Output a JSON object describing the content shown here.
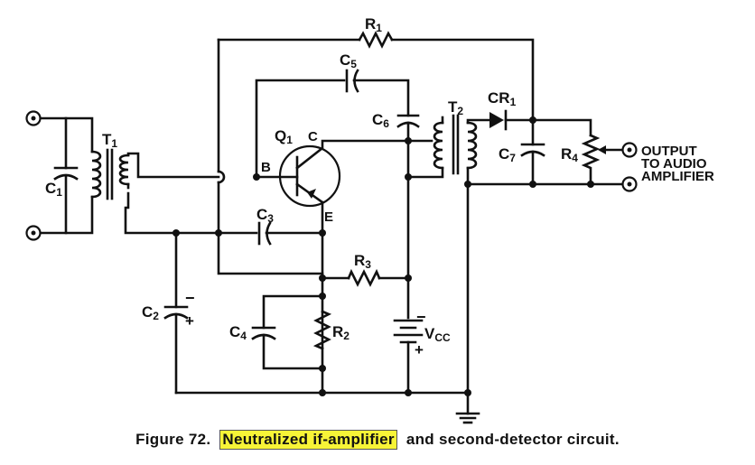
{
  "colors": {
    "ink": "#111111",
    "highlight": "#f7f437",
    "background": "#ffffff"
  },
  "components": {
    "r1": "R",
    "r1_sub": "1",
    "r2": "R",
    "r2_sub": "2",
    "r3": "R",
    "r3_sub": "3",
    "r4": "R",
    "r4_sub": "4",
    "c1": "C",
    "c1_sub": "1",
    "c2": "C",
    "c2_sub": "2",
    "c3": "C",
    "c3_sub": "3",
    "c4": "C",
    "c4_sub": "4",
    "c5": "C",
    "c5_sub": "5",
    "c6": "C",
    "c6_sub": "6",
    "c7": "C",
    "c7_sub": "7",
    "t1": "T",
    "t1_sub": "1",
    "t2": "T",
    "t2_sub": "2",
    "q1": "Q",
    "q1_sub": "1",
    "cr1": "CR",
    "cr1_sub": "1"
  },
  "terminals": {
    "base": "B",
    "collector": "C",
    "emitter": "E"
  },
  "polarity": {
    "minus": "−",
    "plus": "+"
  },
  "supply": {
    "label": "V",
    "sub": "CC"
  },
  "output": {
    "line1": "OUTPUT",
    "line2": "TO AUDIO",
    "line3": "AMPLIFIER"
  },
  "caption": {
    "figure": "Figure 72.",
    "highlighted": "Neutralized if-amplifier",
    "rest": "and second-detector circuit."
  }
}
